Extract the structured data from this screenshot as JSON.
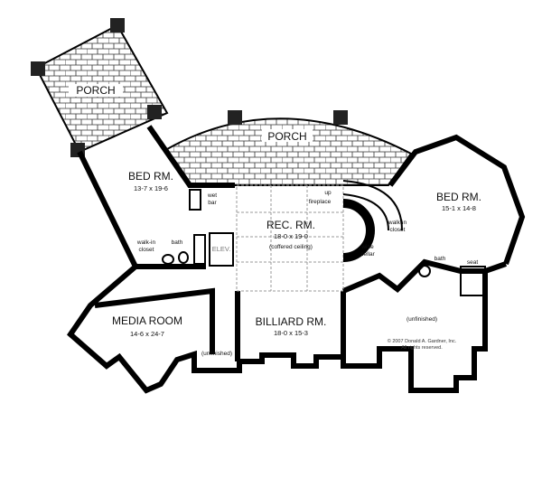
{
  "porches": [
    {
      "label": "PORCH"
    },
    {
      "label": "PORCH"
    }
  ],
  "rooms": {
    "bed_left": {
      "label": "BED RM.",
      "dims": "13-7 x 19-6"
    },
    "rec": {
      "label": "REC. RM.",
      "dims": "18-0 x 19-0",
      "note": "(coffered ceiling)"
    },
    "bed_right": {
      "label": "BED RM.",
      "dims": "15-1 x 14-8"
    },
    "media": {
      "label": "MEDIA ROOM",
      "dims": "14-6 x 24-7"
    },
    "billiard": {
      "label": "BILLIARD RM.",
      "dims": "18-0 x 15-3"
    }
  },
  "small_labels": {
    "wet": "wet",
    "bar": "bar",
    "walkin_left_1": "walk-in",
    "walkin_left_2": "closet",
    "bath_left": "bath",
    "elev": "ELEV.",
    "up": "up",
    "fireplace": "fireplace",
    "walkin_right_1": "walk-in",
    "walkin_right_2": "closet",
    "wine_1": "wine",
    "wine_2": "cellar",
    "bath_right": "bath",
    "seat": "seat",
    "unfinished_left": "(unfinished)",
    "unfinished_right": "(unfinished)"
  },
  "copyright": {
    "line1": "© 2007 Donald A. Gardner, Inc.",
    "line2": "All rights reserved."
  },
  "colors": {
    "wall": "#000000",
    "stone_fill": "#ffffff",
    "stone_line": "#333333"
  }
}
